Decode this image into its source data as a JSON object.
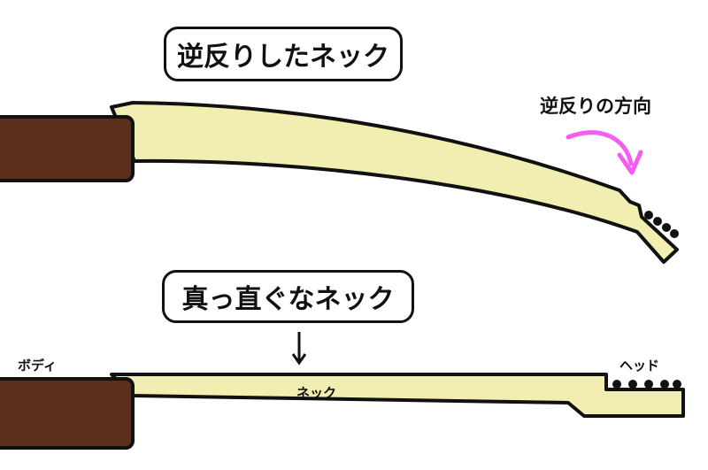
{
  "titles": {
    "reverse_bent_neck": "逆反りしたネック",
    "straight_neck": "真っ直ぐなネック"
  },
  "labels": {
    "reverse_direction": "逆反りの方向",
    "body": "ボディ",
    "head": "ヘッド",
    "neck": "ネック"
  },
  "colors": {
    "body": "#5b2f1c",
    "neck": "#f2edb0",
    "outline": "#111111",
    "arrow": "#f25ef0"
  }
}
